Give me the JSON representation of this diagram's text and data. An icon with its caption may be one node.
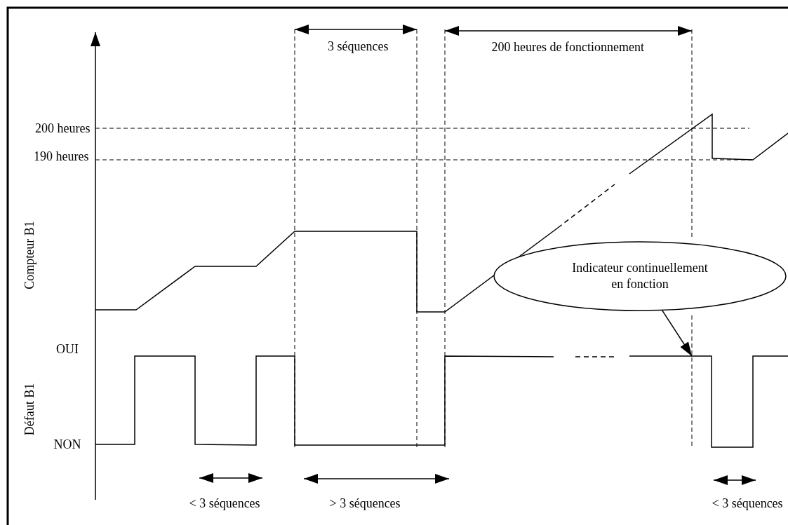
{
  "diagram": {
    "nodes": [
      {
        "text": [
          "Indicateur continuellement en fonction"
        ]
      },
      {
        "text": [],
        "shape": "line"
      }
    ],
    "edges": [
      {
        "from": 0,
        "to": 1,
        "arrow": "to"
      }
    ],
    "labels": [
      "3 séquences",
      "200 heures de fonctionnement",
      "200 heures",
      "190 heures",
      "Compteur B1",
      "OUI",
      "Défaut B1",
      "NON",
      "< 3 séquences",
      "> 3 séquences",
      "< 3 séquences"
    ]
  }
}
